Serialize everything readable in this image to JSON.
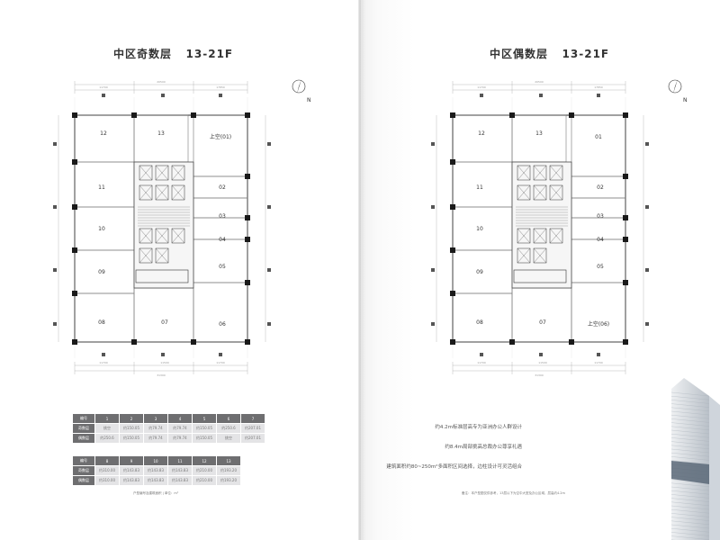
{
  "left": {
    "title": "中区奇数层   13-21F",
    "north": "N",
    "top_dims": [
      "11700",
      "20500",
      "17850"
    ],
    "bottom_dims": [
      "11700",
      "11500",
      "11700",
      "31300"
    ],
    "units": [
      {
        "id": "12",
        "label": "12"
      },
      {
        "id": "13",
        "label": "13"
      },
      {
        "id": "void",
        "label": "上空(01)"
      },
      {
        "id": "11",
        "label": "11"
      },
      {
        "id": "02",
        "label": "02"
      },
      {
        "id": "10",
        "label": "10"
      },
      {
        "id": "03",
        "label": "03"
      },
      {
        "id": "04",
        "label": "04"
      },
      {
        "id": "09",
        "label": "09"
      },
      {
        "id": "05",
        "label": "05"
      },
      {
        "id": "08",
        "label": "08"
      },
      {
        "id": "07",
        "label": "07"
      },
      {
        "id": "06",
        "label": "06"
      }
    ],
    "table1": {
      "rows": [
        [
          "编号",
          "1",
          "2",
          "3",
          "4",
          "5",
          "6",
          "7"
        ],
        [
          "奇数层",
          "挑空",
          "约150.05",
          "约79.74",
          "约79.74",
          "约150.05",
          "约250.6",
          "约207.01"
        ],
        [
          "偶数层",
          "约250.6",
          "约150.05",
          "约79.74",
          "约79.74",
          "约150.05",
          "挑空",
          "约207.01"
        ]
      ]
    },
    "table2": {
      "rows": [
        [
          "编号",
          "8",
          "9",
          "10",
          "11",
          "12",
          "13"
        ],
        [
          "奇数层",
          "约310.00",
          "约143.83",
          "约143.83",
          "约143.83",
          "约210.00",
          "约193.20"
        ],
        [
          "偶数层",
          "约310.00",
          "约143.83",
          "约143.83",
          "约143.83",
          "约210.00",
          "约193.20"
        ]
      ]
    },
    "table_note": "户型编号及建筑面积  |  单位：m²"
  },
  "right": {
    "title": "中区偶数层   13-21F",
    "north": "N",
    "top_dims": [
      "11700",
      "20500",
      "17850"
    ],
    "bottom_dims": [
      "11700",
      "11500",
      "11700",
      "31300"
    ],
    "units": [
      {
        "id": "12",
        "label": "12"
      },
      {
        "id": "13",
        "label": "13"
      },
      {
        "id": "01",
        "label": "01"
      },
      {
        "id": "11",
        "label": "11"
      },
      {
        "id": "02",
        "label": "02"
      },
      {
        "id": "10",
        "label": "10"
      },
      {
        "id": "03",
        "label": "03"
      },
      {
        "id": "04",
        "label": "04"
      },
      {
        "id": "09",
        "label": "09"
      },
      {
        "id": "05",
        "label": "05"
      },
      {
        "id": "08",
        "label": "08"
      },
      {
        "id": "07",
        "label": "07"
      },
      {
        "id": "void",
        "label": "上空(06)"
      }
    ],
    "features": [
      "约4.2m标准层高专为亚洲办公人群设计",
      "约8.4m局部挑高总裁办公尊享礼遇",
      "建筑面积约80~250m²多面积区间选择，边柱设计可灵活组合"
    ],
    "note": "备注：本户型图仅供参考，13层以下为空中大堂及办公区域，层高约4.2m"
  },
  "colors": {
    "wall": "#4a4a4a",
    "column": "#1a1a1a",
    "header": "#6e6e70",
    "cell": "#e4e4e6",
    "tower": "#5a6878"
  }
}
